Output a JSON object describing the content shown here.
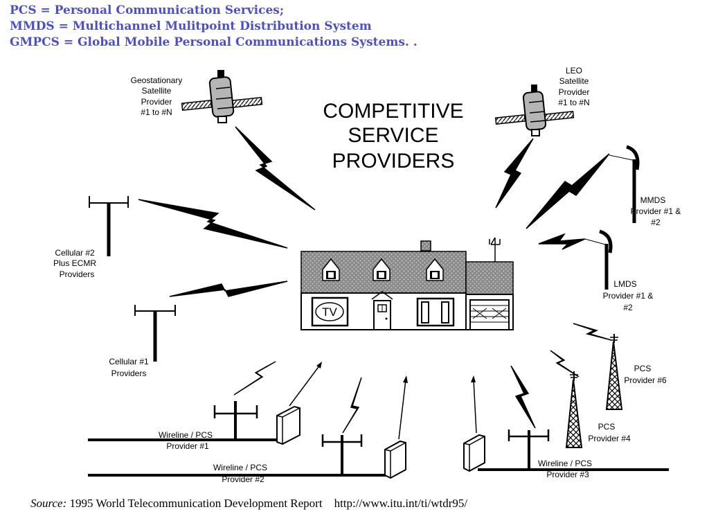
{
  "definitions": [
    "PCS = Personal Communication Services;",
    "MMDS = Multichannel Mulitpoint Distribution System",
    "GMPCS = Global Mobile Personal Communications Systems. ."
  ],
  "title": [
    "COMPETITIVE",
    "SERVICE",
    "PROVIDERS"
  ],
  "house_tv_label": "TV",
  "providers": {
    "geostationary": [
      "Geostationary",
      "Satellite",
      "Provider",
      "#1 to #N"
    ],
    "leo": [
      "LEO",
      "Satellite",
      "Provider",
      "#1 to #N"
    ],
    "mmds": [
      "MMDS",
      "Provider #1 &",
      "#2"
    ],
    "lmds": [
      "LMDS",
      "Provider #1 &",
      "#2"
    ],
    "cellular2": [
      "Cellular #2",
      "Plus ECMR",
      "Providers"
    ],
    "cellular1": [
      "Cellular #1",
      "Providers"
    ],
    "pcs6": [
      "PCS",
      "Provider #6"
    ],
    "pcs4": [
      "PCS",
      "Provider #4"
    ],
    "wireline1": [
      "Wireline / PCS",
      "Provider #1"
    ],
    "wireline2": [
      "Wireline / PCS",
      "Provider #2"
    ],
    "wireline3": [
      "Wireline / PCS",
      "Provider #3"
    ]
  },
  "source": {
    "label": "Source:",
    "text": " 1995 World Telecommunication Development Report    http://www.itu.int/ti/wtdr95/"
  }
}
